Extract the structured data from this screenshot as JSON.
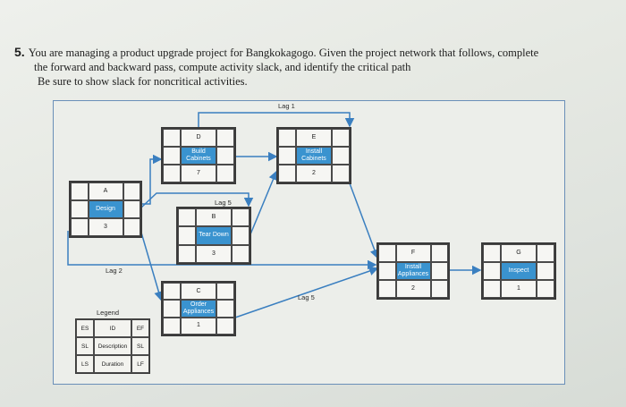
{
  "question": {
    "number": "5.",
    "line1": "You are managing a product upgrade project for Bangkokagogo. Given the project network that follows, complete",
    "line2": "the forward and backward pass, compute activity slack, and identify the critical path",
    "line3": "Be sure to show slack for noncritical activities."
  },
  "activities": [
    {
      "id": "A",
      "description": "Design",
      "duration": "3"
    },
    {
      "id": "D",
      "description": "Build Cabinets",
      "duration": "7"
    },
    {
      "id": "E",
      "description": "Install Cabinets",
      "duration": "2"
    },
    {
      "id": "B",
      "description": "Tear Down",
      "duration": "3"
    },
    {
      "id": "C",
      "description": "Order Appliances",
      "duration": "1"
    },
    {
      "id": "F",
      "description": "Install Appliances",
      "duration": "2"
    },
    {
      "id": "G",
      "description": "Inspect",
      "duration": "1"
    }
  ],
  "lags": {
    "d_to_e": "Lag 1",
    "a_to_b": "Lag 5",
    "a_to_f": "Lag 2",
    "c_to_f": "Lag 5"
  },
  "legend": {
    "title": "Legend",
    "es": "ES",
    "id": "ID",
    "ef": "EF",
    "sl_left": "SL",
    "description": "Description",
    "sl_right": "SL",
    "ls": "LS",
    "duration": "Duration",
    "lf": "LF"
  },
  "colors": {
    "description_fill": "#3a93cf",
    "arrow": "#3a7fc0",
    "frame": "#6a8fb8"
  }
}
